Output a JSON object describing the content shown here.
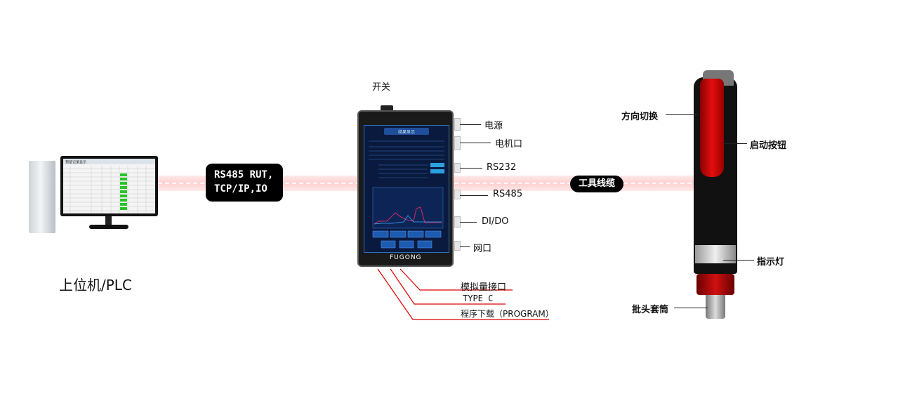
{
  "pc": {
    "title": "上位机/PLC",
    "screen_title": "预留记录显示"
  },
  "link1": {
    "line1": "RS485 RUT,",
    "line2": "TCP/IP,IO"
  },
  "controller": {
    "switch_label": "开关",
    "ports_right": [
      "电源",
      "电机口",
      "RS232",
      "RS485",
      "DI/DO",
      "网口"
    ],
    "ports_bottom": [
      "模拟量接口",
      "TYPE C",
      "程序下载（PROGRAM）"
    ],
    "screen_title": "结果显示",
    "brand": "FUGONG"
  },
  "cable": {
    "label": "工具线缆"
  },
  "tool": {
    "labels": [
      "方向切换",
      "启动按钮",
      "指示灯",
      "批头套筒"
    ]
  },
  "colors": {
    "accent_red": "#d00000",
    "screen_blue": "#0a1a3f",
    "pill_black": "#000000"
  }
}
